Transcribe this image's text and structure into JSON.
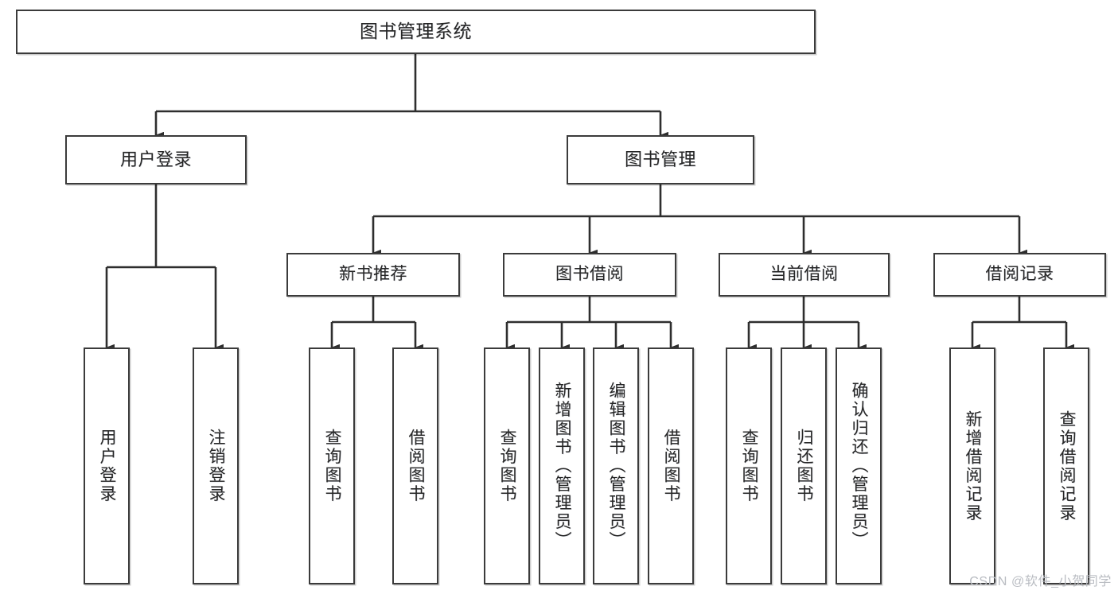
{
  "diagram": {
    "type": "tree",
    "title": "图书管理系统",
    "root": {
      "id": "root",
      "label": "图书管理系统"
    },
    "level1": [
      {
        "id": "user-login",
        "label": "用户登录"
      },
      {
        "id": "book-manage",
        "label": "图书管理"
      }
    ],
    "level2": [
      {
        "id": "new-book-rec",
        "label": "新书推荐",
        "parent": "book-manage"
      },
      {
        "id": "book-borrow",
        "label": "图书借阅",
        "parent": "book-manage"
      },
      {
        "id": "current-borrow",
        "label": "当前借阅",
        "parent": "book-manage"
      },
      {
        "id": "borrow-record",
        "label": "借阅记录",
        "parent": "book-manage"
      }
    ],
    "leaves": [
      {
        "id": "leaf-user-login",
        "label": "用户登录",
        "parent": "user-login"
      },
      {
        "id": "leaf-user-logout",
        "label": "注销登录",
        "parent": "user-login"
      },
      {
        "id": "leaf-query-book-1",
        "label": "查询图书",
        "parent": "new-book-rec"
      },
      {
        "id": "leaf-borrow-book-1",
        "label": "借阅图书",
        "parent": "new-book-rec"
      },
      {
        "id": "leaf-query-book-2",
        "label": "查询图书",
        "parent": "book-borrow"
      },
      {
        "id": "leaf-add-book",
        "label": "新增图书（管理员）",
        "parent": "book-borrow"
      },
      {
        "id": "leaf-edit-book",
        "label": "编辑图书（管理员）",
        "parent": "book-borrow"
      },
      {
        "id": "leaf-borrow-book-2",
        "label": "借阅图书",
        "parent": "book-borrow"
      },
      {
        "id": "leaf-query-book-3",
        "label": "查询图书",
        "parent": "current-borrow"
      },
      {
        "id": "leaf-return-book",
        "label": "归还图书",
        "parent": "current-borrow"
      },
      {
        "id": "leaf-confirm-return",
        "label": "确认归还（管理员）",
        "parent": "current-borrow"
      },
      {
        "id": "leaf-add-record",
        "label": "新增借阅记录",
        "parent": "borrow-record"
      },
      {
        "id": "leaf-query-record",
        "label": "查询借阅记录",
        "parent": "borrow-record"
      }
    ],
    "colors": {
      "stroke": "#3b3b3b",
      "fill": "#ffffff",
      "text": "#262626",
      "watermark": "#b9bcc2"
    }
  },
  "watermark": {
    "text": "CSDN @软件_小贺同学"
  }
}
